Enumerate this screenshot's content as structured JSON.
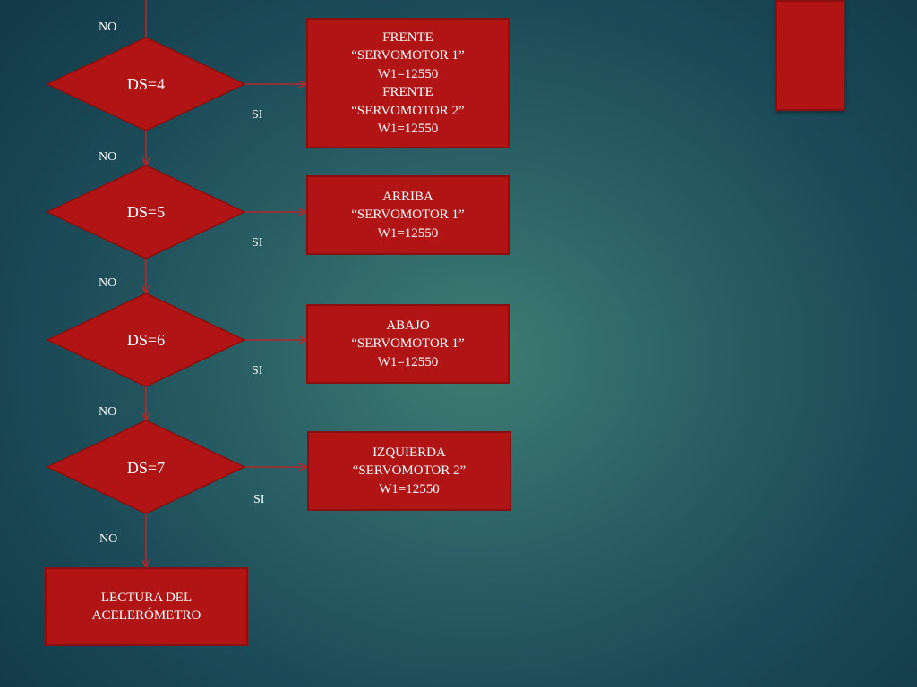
{
  "colors": {
    "shape_fill": "#b01414",
    "shape_stroke": "#8a1010",
    "connector": "#b4272b",
    "text": "#ffffff"
  },
  "top_no": "NO",
  "decisions": [
    {
      "label": "DS=4",
      "yes": "SI",
      "no": "NO"
    },
    {
      "label": "DS=5",
      "yes": "SI",
      "no": "NO"
    },
    {
      "label": "DS=6",
      "yes": "SI",
      "no": "NO"
    },
    {
      "label": "DS=7",
      "yes": "SI",
      "no": "NO"
    }
  ],
  "actions": [
    {
      "lines": [
        "FRENTE",
        "“SERVOMOTOR 1”",
        "W1=12550",
        "FRENTE",
        "“SERVOMOTOR 2”",
        "W1=12550"
      ]
    },
    {
      "lines": [
        "ARRIBA",
        "“SERVOMOTOR 1”",
        "W1=12550"
      ]
    },
    {
      "lines": [
        "ABAJO",
        "“SERVOMOTOR 1”",
        "W1=12550"
      ]
    },
    {
      "lines": [
        "IZQUIERDA",
        "“SERVOMOTOR 2”",
        "W1=12550"
      ]
    }
  ],
  "final": {
    "lines": [
      "LECTURA DEL",
      "ACELERÓMETRO"
    ]
  }
}
